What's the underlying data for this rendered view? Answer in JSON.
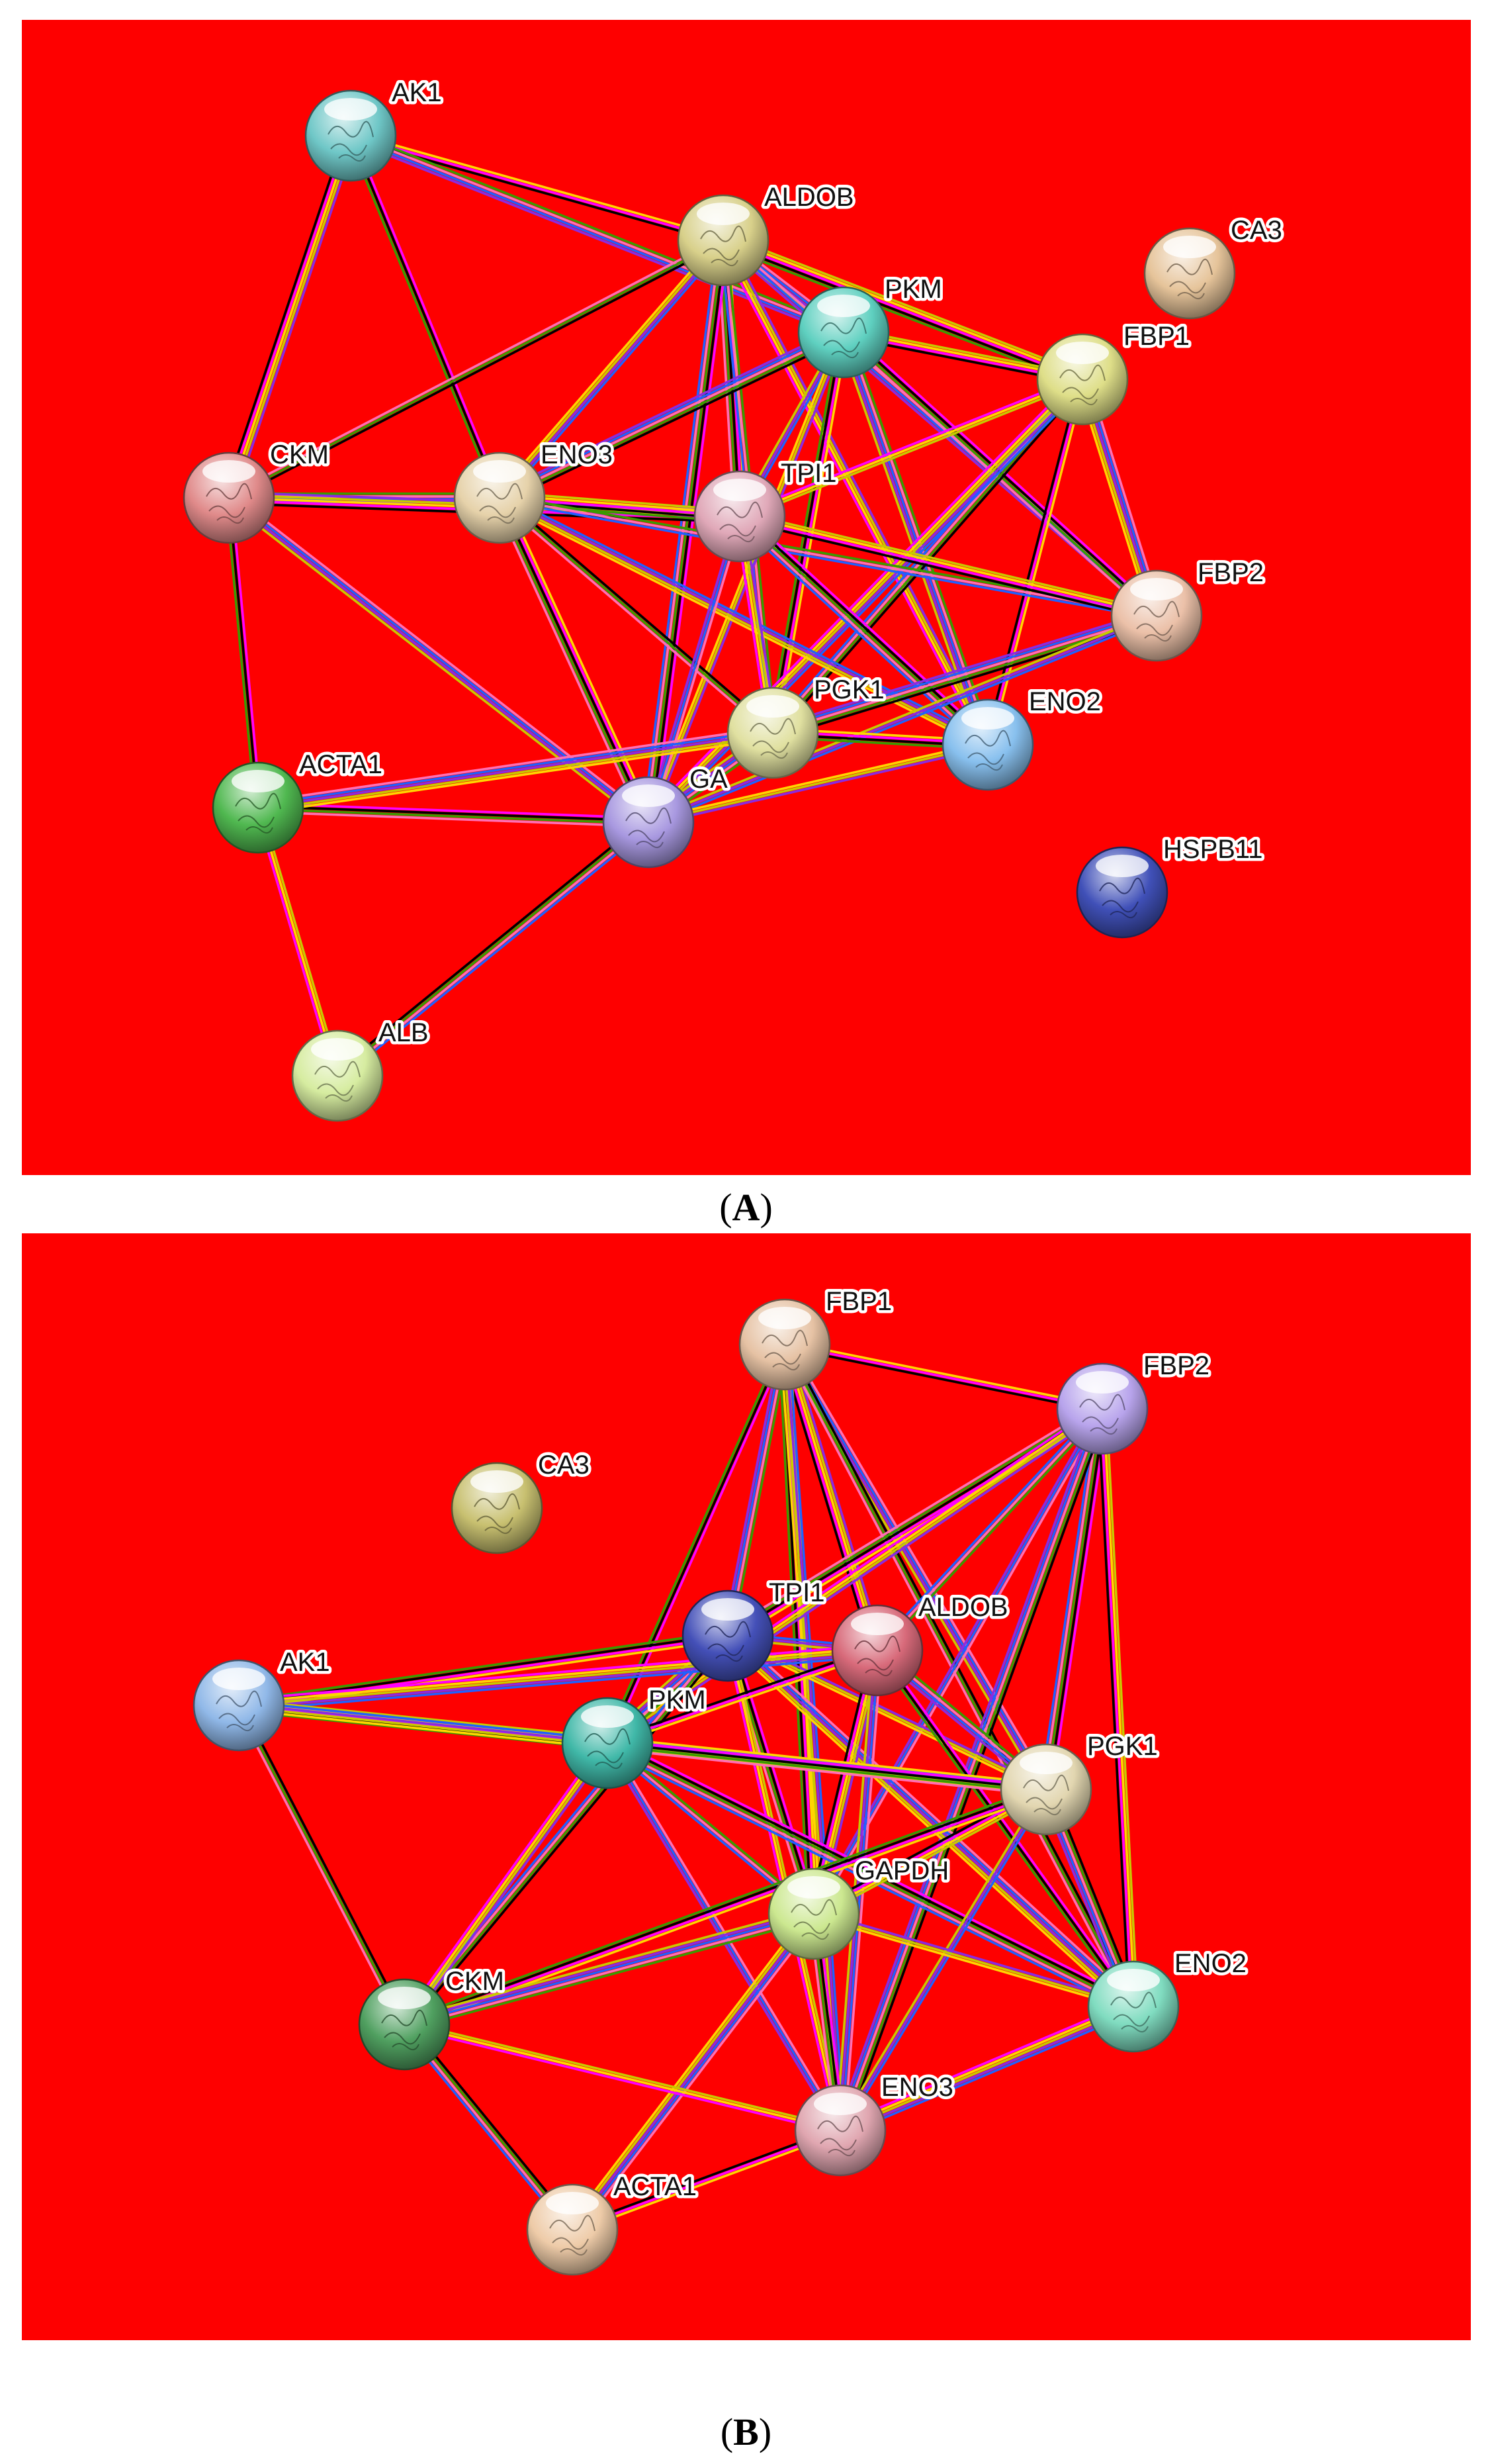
{
  "colors": {
    "background": "#fe0000",
    "edge_palette": [
      "#ffd500",
      "#ff00ff",
      "#000000",
      "#3a9a00",
      "#ff6fb5",
      "#2060ff",
      "#8a2be2",
      "#c8c800"
    ]
  },
  "panels": [
    {
      "id": "A",
      "caption_open": "(",
      "caption_letter": "A",
      "caption_close": ")",
      "nodes": [
        {
          "id": "AK1",
          "label": "AK1",
          "color": "#6fc7c7"
        },
        {
          "id": "ALDOB",
          "label": "ALDOB",
          "color": "#d8d08a"
        },
        {
          "id": "CA3",
          "label": "CA3",
          "color": "#e6c49a"
        },
        {
          "id": "PKM",
          "label": "PKM",
          "color": "#5fd0c0"
        },
        {
          "id": "FBP1",
          "label": "FBP1",
          "color": "#dede88"
        },
        {
          "id": "CKM",
          "label": "CKM",
          "color": "#e08a8a"
        },
        {
          "id": "ENO3",
          "label": "ENO3",
          "color": "#e6d2aa"
        },
        {
          "id": "TPI1",
          "label": "TPI1",
          "color": "#e0a8b8"
        },
        {
          "id": "FBP2",
          "label": "FBP2",
          "color": "#ebc0a8"
        },
        {
          "id": "PGK1",
          "label": "PGK1",
          "color": "#e0e0a0"
        },
        {
          "id": "ENO2",
          "label": "ENO2",
          "color": "#88c0ee"
        },
        {
          "id": "ACTA1",
          "label": "ACTA1",
          "color": "#50b850"
        },
        {
          "id": "GAPDH",
          "label": "GA",
          "color": "#a898e0"
        },
        {
          "id": "HSPB11",
          "label": "HSPB11",
          "color": "#4050b8"
        },
        {
          "id": "ALB",
          "label": "ALB",
          "color": "#d6eca0"
        }
      ],
      "edges": [
        [
          "AK1",
          "ALDOB"
        ],
        [
          "AK1",
          "PKM"
        ],
        [
          "AK1",
          "CKM"
        ],
        [
          "AK1",
          "ENO3"
        ],
        [
          "ALDOB",
          "PKM"
        ],
        [
          "ALDOB",
          "FBP1"
        ],
        [
          "ALDOB",
          "CKM"
        ],
        [
          "ALDOB",
          "ENO3"
        ],
        [
          "ALDOB",
          "TPI1"
        ],
        [
          "ALDOB",
          "PGK1"
        ],
        [
          "ALDOB",
          "ENO2"
        ],
        [
          "ALDOB",
          "GAPDH"
        ],
        [
          "ALDOB",
          "FBP2"
        ],
        [
          "PKM",
          "FBP1"
        ],
        [
          "PKM",
          "ENO3"
        ],
        [
          "PKM",
          "TPI1"
        ],
        [
          "PKM",
          "PGK1"
        ],
        [
          "PKM",
          "ENO2"
        ],
        [
          "PKM",
          "GAPDH"
        ],
        [
          "PKM",
          "FBP2"
        ],
        [
          "FBP1",
          "FBP2"
        ],
        [
          "FBP1",
          "TPI1"
        ],
        [
          "FBP1",
          "PGK1"
        ],
        [
          "FBP1",
          "GAPDH"
        ],
        [
          "FBP1",
          "ENO2"
        ],
        [
          "CKM",
          "ENO3"
        ],
        [
          "CKM",
          "TPI1"
        ],
        [
          "CKM",
          "ACTA1"
        ],
        [
          "CKM",
          "GAPDH"
        ],
        [
          "ENO3",
          "TPI1"
        ],
        [
          "ENO3",
          "PGK1"
        ],
        [
          "ENO3",
          "ENO2"
        ],
        [
          "ENO3",
          "GAPDH"
        ],
        [
          "ENO3",
          "FBP2"
        ],
        [
          "TPI1",
          "PGK1"
        ],
        [
          "TPI1",
          "ENO2"
        ],
        [
          "TPI1",
          "GAPDH"
        ],
        [
          "TPI1",
          "FBP2"
        ],
        [
          "FBP2",
          "PGK1"
        ],
        [
          "FBP2",
          "GAPDH"
        ],
        [
          "PGK1",
          "ENO2"
        ],
        [
          "PGK1",
          "GAPDH"
        ],
        [
          "ENO2",
          "GAPDH"
        ],
        [
          "ACTA1",
          "GAPDH"
        ],
        [
          "ACTA1",
          "PGK1"
        ],
        [
          "ACTA1",
          "ALB"
        ],
        [
          "ALB",
          "GAPDH"
        ]
      ]
    },
    {
      "id": "B",
      "caption_open": "(",
      "caption_letter": "B",
      "caption_close": ")",
      "nodes": [
        {
          "id": "FBP1",
          "label": "FBP1",
          "color": "#e6c2a4"
        },
        {
          "id": "FBP2",
          "label": "FBP2",
          "color": "#b8a4ec"
        },
        {
          "id": "CA3",
          "label": "CA3",
          "color": "#c8c070"
        },
        {
          "id": "TPI1",
          "label": "TPI1",
          "color": "#4450b8"
        },
        {
          "id": "ALDOB",
          "label": "ALDOB",
          "color": "#d86a7a"
        },
        {
          "id": "AK1",
          "label": "AK1",
          "color": "#90b8e8"
        },
        {
          "id": "PKM",
          "label": "PKM",
          "color": "#40b8a8"
        },
        {
          "id": "PGK1",
          "label": "PGK1",
          "color": "#e2d6b0"
        },
        {
          "id": "GAPDH",
          "label": "GAPDH",
          "color": "#cce890"
        },
        {
          "id": "CKM",
          "label": "CKM",
          "color": "#50a060"
        },
        {
          "id": "ENO2",
          "label": "ENO2",
          "color": "#80dcc0"
        },
        {
          "id": "ENO3",
          "label": "ENO3",
          "color": "#e0a6b0"
        },
        {
          "id": "ACTA1",
          "label": "ACTA1",
          "color": "#eecba8"
        }
      ],
      "edges": [
        [
          "FBP1",
          "FBP2"
        ],
        [
          "FBP1",
          "TPI1"
        ],
        [
          "FBP1",
          "ALDOB"
        ],
        [
          "FBP1",
          "PKM"
        ],
        [
          "FBP1",
          "PGK1"
        ],
        [
          "FBP1",
          "GAPDH"
        ],
        [
          "FBP1",
          "ENO2"
        ],
        [
          "FBP1",
          "ENO3"
        ],
        [
          "FBP2",
          "TPI1"
        ],
        [
          "FBP2",
          "ALDOB"
        ],
        [
          "FBP2",
          "PKM"
        ],
        [
          "FBP2",
          "PGK1"
        ],
        [
          "FBP2",
          "GAPDH"
        ],
        [
          "FBP2",
          "ENO2"
        ],
        [
          "FBP2",
          "ENO3"
        ],
        [
          "TPI1",
          "ALDOB"
        ],
        [
          "TPI1",
          "AK1"
        ],
        [
          "TPI1",
          "PKM"
        ],
        [
          "TPI1",
          "PGK1"
        ],
        [
          "TPI1",
          "GAPDH"
        ],
        [
          "TPI1",
          "ENO2"
        ],
        [
          "TPI1",
          "ENO3"
        ],
        [
          "TPI1",
          "CKM"
        ],
        [
          "ALDOB",
          "AK1"
        ],
        [
          "ALDOB",
          "PKM"
        ],
        [
          "ALDOB",
          "PGK1"
        ],
        [
          "ALDOB",
          "GAPDH"
        ],
        [
          "ALDOB",
          "ENO2"
        ],
        [
          "ALDOB",
          "ENO3"
        ],
        [
          "AK1",
          "PKM"
        ],
        [
          "AK1",
          "CKM"
        ],
        [
          "AK1",
          "PGK1"
        ],
        [
          "PKM",
          "PGK1"
        ],
        [
          "PKM",
          "GAPDH"
        ],
        [
          "PKM",
          "CKM"
        ],
        [
          "PKM",
          "ENO2"
        ],
        [
          "PKM",
          "ENO3"
        ],
        [
          "PGK1",
          "GAPDH"
        ],
        [
          "PGK1",
          "ENO2"
        ],
        [
          "PGK1",
          "ENO3"
        ],
        [
          "PGK1",
          "CKM"
        ],
        [
          "GAPDH",
          "CKM"
        ],
        [
          "GAPDH",
          "ENO2"
        ],
        [
          "GAPDH",
          "ENO3"
        ],
        [
          "GAPDH",
          "ACTA1"
        ],
        [
          "CKM",
          "ENO3"
        ],
        [
          "CKM",
          "ACTA1"
        ],
        [
          "ENO2",
          "ENO3"
        ],
        [
          "ENO3",
          "ACTA1"
        ]
      ]
    }
  ]
}
